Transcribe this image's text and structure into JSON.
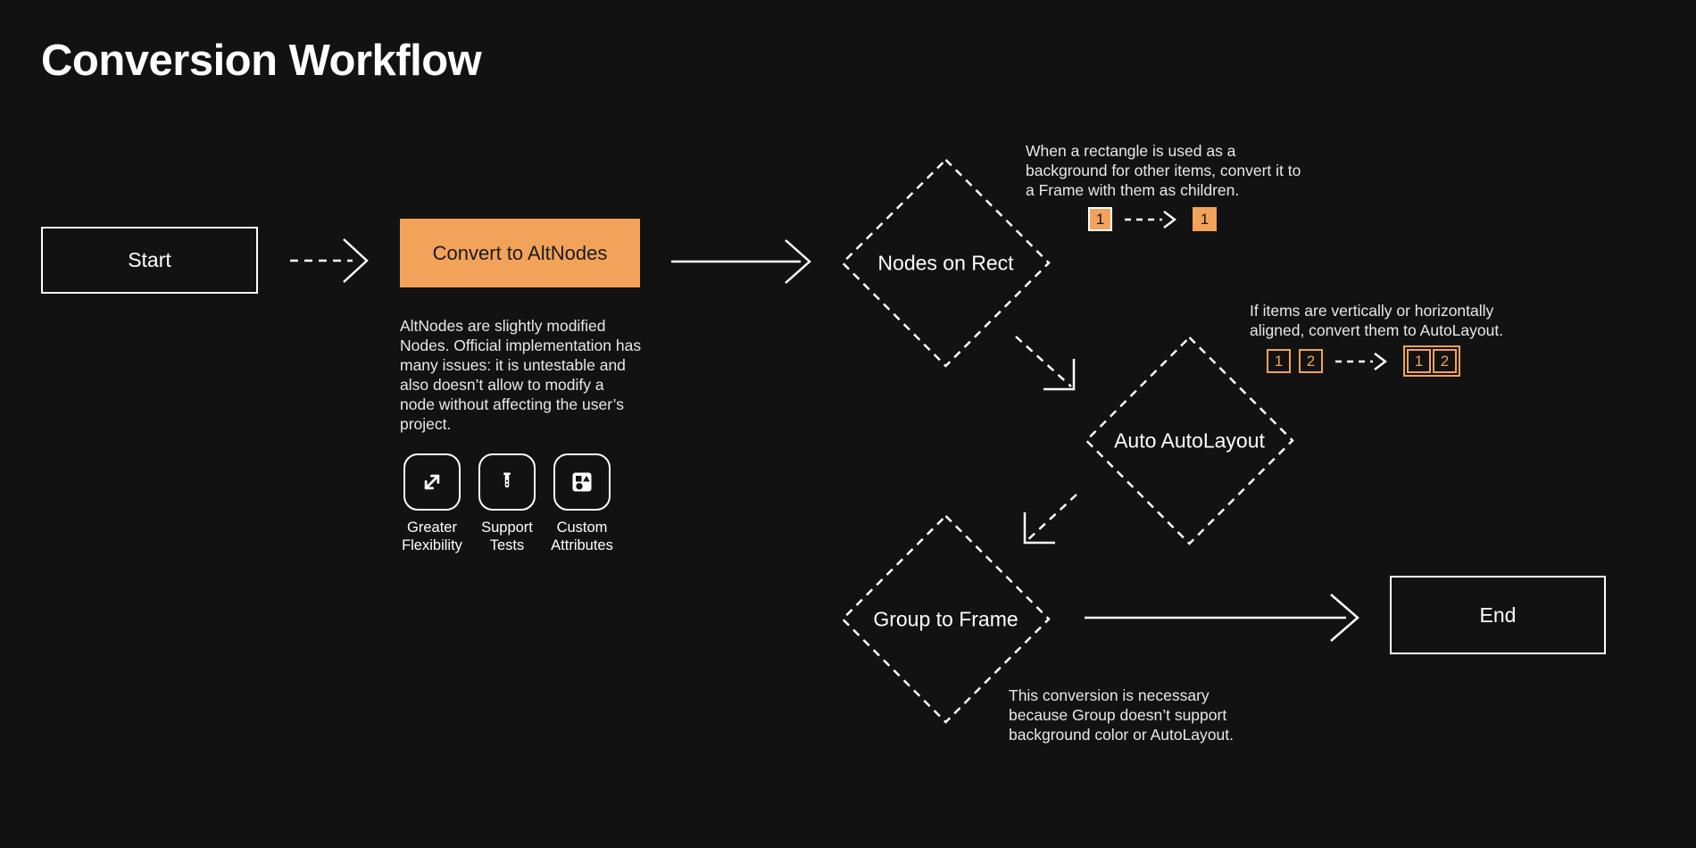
{
  "title": "Conversion Workflow",
  "theme": {
    "background": "#121212",
    "accent": "#F3A25A",
    "text": "#ffffff",
    "muted_text": "#e8e8e8"
  },
  "nodes": {
    "start": {
      "label": "Start",
      "type": "terminal"
    },
    "convert": {
      "label": "Convert to AltNodes",
      "type": "process"
    },
    "nodes_on_rect": {
      "label": "Nodes on Rect",
      "type": "decision"
    },
    "auto_autolayout": {
      "label": "Auto AutoLayout",
      "type": "decision"
    },
    "group_to_frame": {
      "label": "Group to Frame",
      "type": "decision"
    },
    "end": {
      "label": "End",
      "type": "terminal"
    }
  },
  "descriptions": {
    "convert": "AltNodes are slightly modified Nodes. Official implementation has many issues: it is untestable and also doesn’t allow to modify a node without affecting the user’s project.",
    "nodes_on_rect": "When a rectangle is used as a background for other items, convert it to a Frame with them as children.",
    "auto_autolayout": "If items are vertically or horizontally aligned, convert them to AutoLayout.",
    "group_to_frame": "This conversion is necessary because Group doesn’t support background color or AutoLayout."
  },
  "features": [
    {
      "icon": "expand-arrows-icon",
      "label": "Greater\nFlexibility"
    },
    {
      "icon": "test-tube-icon",
      "label": "Support\nTests"
    },
    {
      "icon": "shapes-attributes-icon",
      "label": "Custom\nAttributes"
    }
  ],
  "badges": {
    "nodes_on_rect": {
      "before": [
        {
          "value": "1",
          "style": "white-border"
        }
      ],
      "after": [
        {
          "value": "1",
          "style": "orange-border"
        }
      ],
      "arrow": "dashed-arrow-right"
    },
    "auto_autolayout": {
      "before": [
        {
          "value": "1",
          "style": "ghost-orange"
        },
        {
          "value": "2",
          "style": "ghost-orange"
        }
      ],
      "after": [
        {
          "value": "1",
          "style": "ghost-orange"
        },
        {
          "value": "2",
          "style": "ghost-orange"
        }
      ],
      "after_grouped": true,
      "arrow": "dashed-arrow-right"
    }
  },
  "connectors": [
    {
      "from": "start",
      "to": "convert",
      "style": "dashed",
      "direction": "right"
    },
    {
      "from": "convert",
      "to": "nodes_on_rect",
      "style": "solid",
      "direction": "right"
    },
    {
      "from": "nodes_on_rect",
      "to": "auto_autolayout",
      "style": "dashed",
      "direction": "down-right"
    },
    {
      "from": "auto_autolayout",
      "to": "group_to_frame",
      "style": "dashed",
      "direction": "down-left"
    },
    {
      "from": "group_to_frame",
      "to": "end",
      "style": "solid",
      "direction": "right"
    }
  ]
}
